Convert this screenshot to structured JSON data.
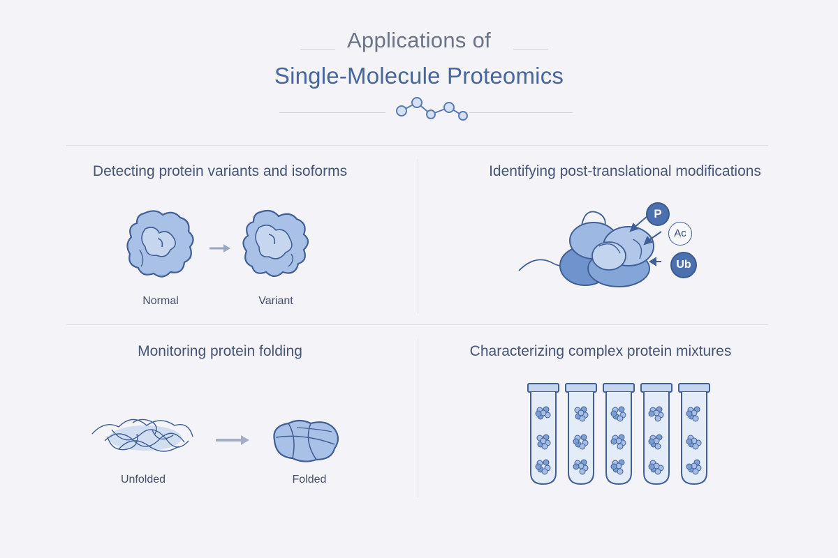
{
  "header": {
    "title_line1": "Applications of",
    "title_line2": "Single-Molecule Proteomics"
  },
  "panels": {
    "variants": {
      "title": "Detecting protein variants and isoforms",
      "left_label": "Normal",
      "right_label": "Variant"
    },
    "ptm": {
      "title": "Identifying post-translational modifications",
      "modifications": [
        "P",
        "Ac",
        "Ub"
      ]
    },
    "folding": {
      "title": "Monitoring protein folding",
      "left_label": "Unfolded",
      "right_label": "Folded"
    },
    "mixtures": {
      "title": "Characterizing complex protein mixtures",
      "tube_count": 5
    }
  },
  "colors": {
    "background": "#f3f3f8",
    "title_main": "#47679c",
    "protein_fill": "#a9c1e6",
    "protein_stroke": "#3f5f96",
    "arrow": "#9aa7c0"
  }
}
